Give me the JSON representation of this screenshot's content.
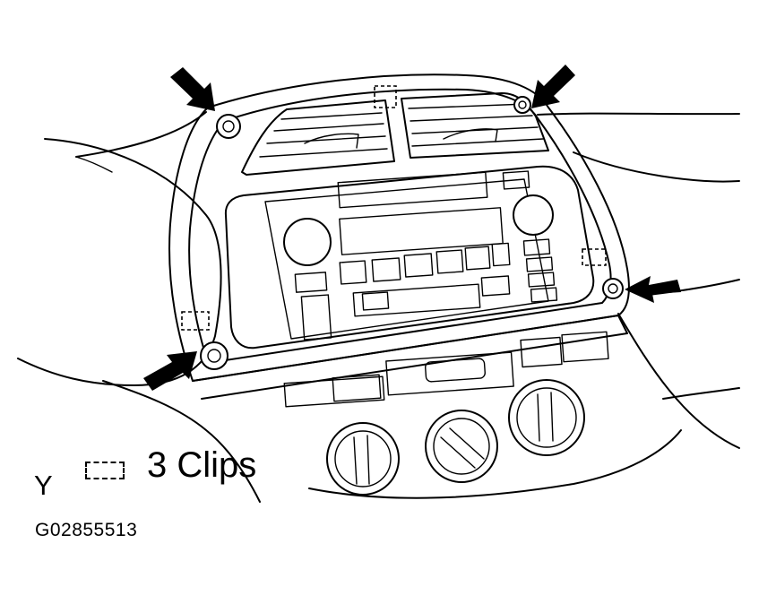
{
  "diagram": {
    "legend": {
      "symbol": "dashed-rectangle",
      "label": "3 Clips"
    },
    "view_letter": "Y",
    "figure_id": "G02855513",
    "pointer_arrows": [
      "top-left-screw",
      "top-right-screw",
      "right-screw",
      "bottom-left-screw"
    ],
    "line_color": "#000000",
    "background": "#ffffff"
  }
}
